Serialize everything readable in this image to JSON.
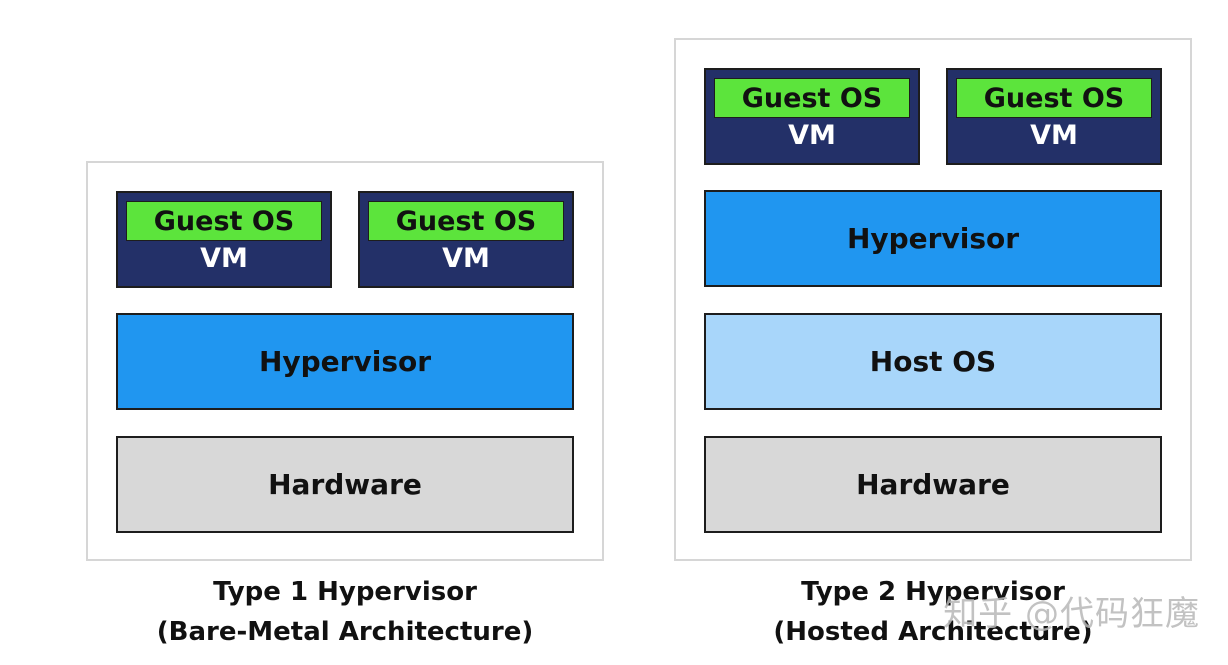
{
  "type1": {
    "vm1": {
      "guest": "Guest OS",
      "label": "VM"
    },
    "vm2": {
      "guest": "Guest OS",
      "label": "VM"
    },
    "hypervisor": "Hypervisor",
    "hardware": "Hardware",
    "caption_line1": "Type 1 Hypervisor",
    "caption_line2": "(Bare-Metal Architecture)"
  },
  "type2": {
    "vm1": {
      "guest": "Guest OS",
      "label": "VM"
    },
    "vm2": {
      "guest": "Guest OS",
      "label": "VM"
    },
    "hypervisor": "Hypervisor",
    "host_os": "Host OS",
    "hardware": "Hardware",
    "caption_line1": "Type 2 Hypervisor",
    "caption_line2": "(Hosted Architecture)"
  },
  "watermark": "知乎 @代码狂魔",
  "colors": {
    "guest_os": "#5ce43c",
    "vm": "#233068",
    "hypervisor": "#2096f0",
    "host_os": "#a8d6fa",
    "hardware": "#d8d8d8"
  }
}
